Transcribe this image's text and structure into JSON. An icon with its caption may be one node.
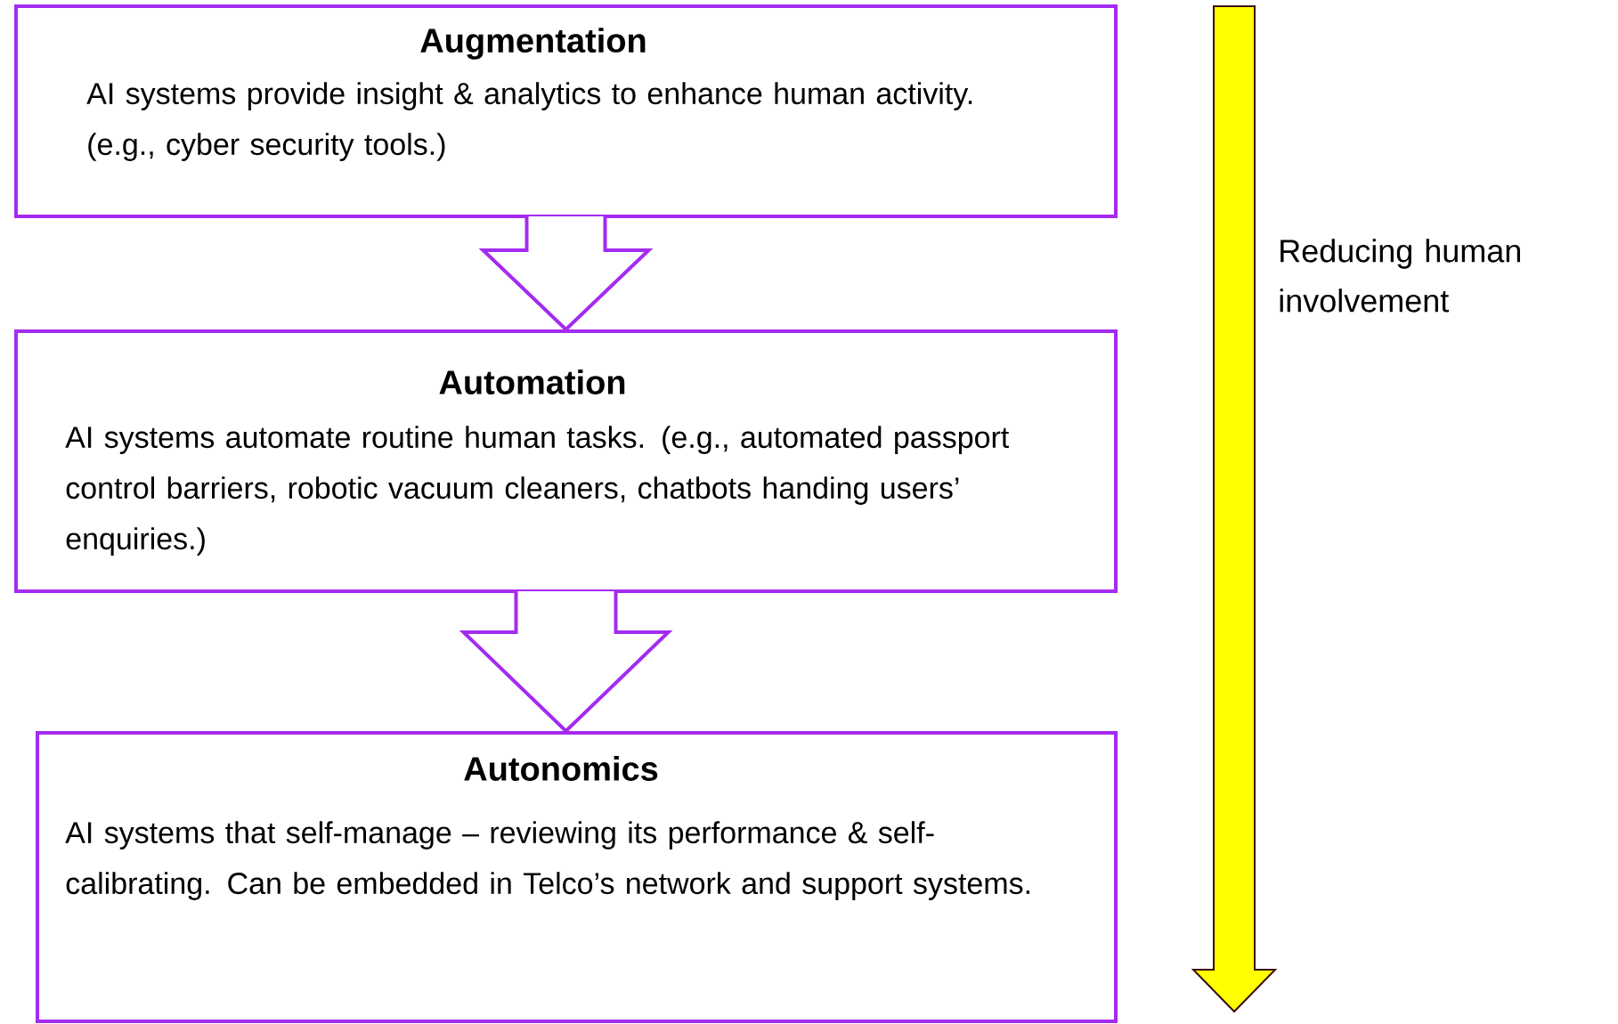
{
  "diagram": {
    "nodes": [
      {
        "text": [
          "Augmentation",
          "AI systems provide insight & analytics to enhance human activity. (e.g., cyber security tools.)"
        ]
      },
      {
        "text": [
          "Automation",
          "AI systems automate routine human tasks. (e.g., automated passport control barriers, robotic vacuum cleaners, chatbots handing users’ enquiries.)"
        ]
      },
      {
        "text": [
          "Autonomics",
          "AI systems that self-manage – reviewing its performance & self-calibrating. Can be embedded in Telco’s network and support systems."
        ]
      }
    ],
    "edges": [
      {
        "from": 0,
        "to": 1,
        "arrow": "to"
      },
      {
        "from": 1,
        "to": 2,
        "arrow": "to"
      }
    ],
    "labels": [
      "Reducing human involvement"
    ]
  }
}
